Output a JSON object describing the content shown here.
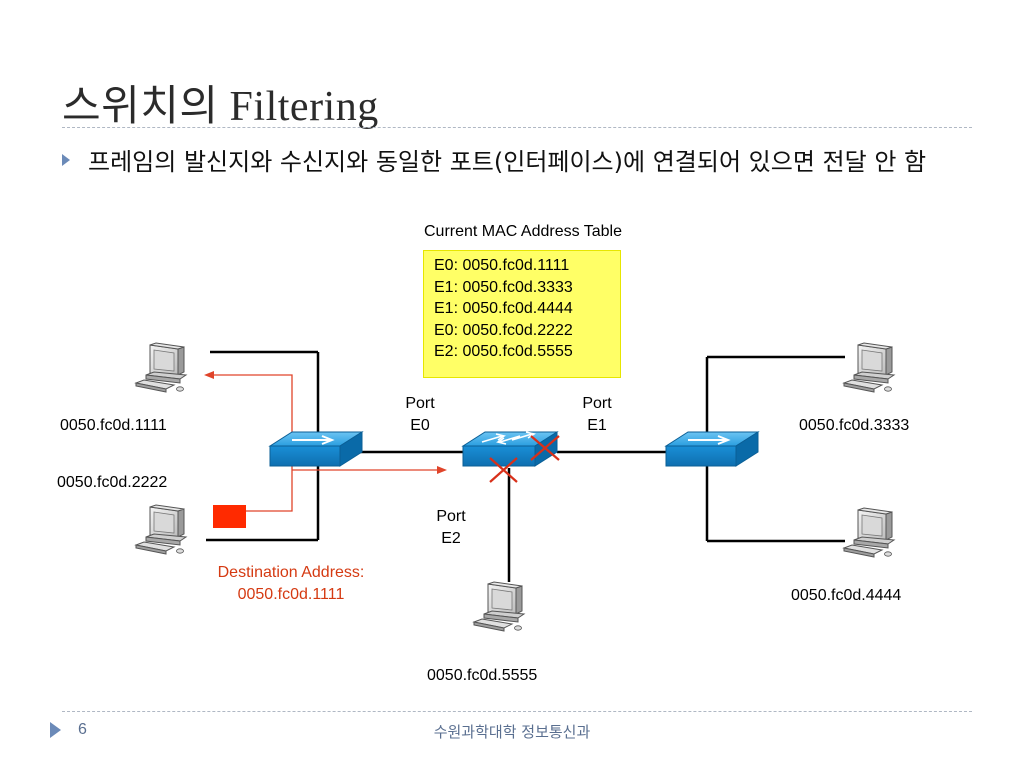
{
  "title": "스위치의 Filtering",
  "bullet": "프레임의 발신지와 수신지와 동일한 포트(인터페이스)에 연결되어 있으면 전달 안 함",
  "mac_table": {
    "title": "Current MAC Address Table",
    "entries": [
      "E0: 0050.fc0d.1111",
      "E1: 0050.fc0d.3333",
      "E1: 0050.fc0d.4444",
      "E0: 0050.fc0d.2222",
      "E2: 0050.fc0d.5555"
    ],
    "background": "#ffff66"
  },
  "ports": {
    "e0": [
      "Port",
      "E0"
    ],
    "e1": [
      "Port",
      "E1"
    ],
    "e2": [
      "Port",
      "E2"
    ]
  },
  "hosts": {
    "h1111": "0050.fc0d.1111",
    "h2222": "0050.fc0d.2222",
    "h3333": "0050.fc0d.3333",
    "h4444": "0050.fc0d.4444",
    "h5555": "0050.fc0d.5555"
  },
  "destination": [
    "Destination Address:",
    "0050.fc0d.1111"
  ],
  "footer": {
    "page": "6",
    "org": "수원과학대학 정보통신과"
  },
  "colors": {
    "accent": "#6b8ab8",
    "flow": "#e0442a",
    "switch": "#1a8fd6",
    "block_x": "#d8301a"
  }
}
